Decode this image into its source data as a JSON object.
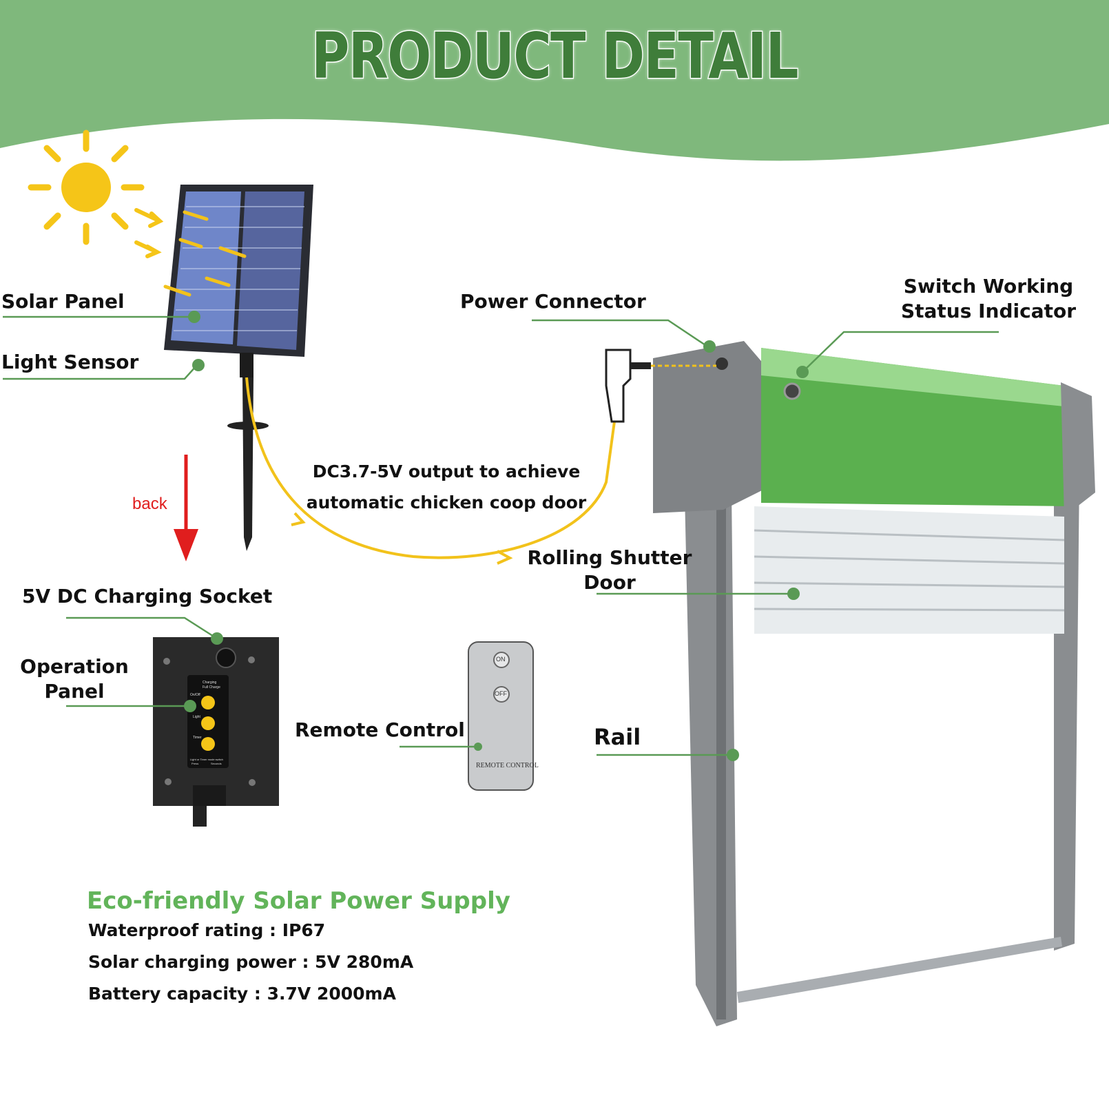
{
  "header": {
    "title": "PRODUCT DETAIL"
  },
  "labels": {
    "solar_panel": "Solar Panel",
    "light_sensor": "Light Sensor",
    "power_connector": "Power Connector",
    "switch_indicator_line1": "Switch Working",
    "switch_indicator_line2": "Status Indicator",
    "output_line1": "DC3.7-5V output to achieve",
    "output_line2": "automatic chicken coop door",
    "back": "back",
    "rolling_line1": "Rolling Shutter",
    "rolling_line2": "Door",
    "charging_socket": "5V DC Charging Socket",
    "operation_line1": "Operation",
    "operation_line2": "Panel",
    "remote_control": "Remote Control",
    "rail": "Rail"
  },
  "device_text": {
    "remote_on": "ON",
    "remote_off": "OFF",
    "remote_brand": "REMOTE CONTROL",
    "panel_onoff": "On/Off",
    "panel_charging": "Charging",
    "panel_full": "Full Charge",
    "panel_light": "Light",
    "panel_timer": "Timer",
    "panel_mode": "Light or Timer mode switch",
    "panel_press": "Press",
    "panel_seconds": "Seconds"
  },
  "specs": {
    "title": "Eco-friendly Solar Power Supply",
    "waterproof": "Waterproof rating : IP67",
    "solar_power": "Solar charging power : 5V 280mA",
    "battery": "Battery capacity : 3.7V 2000mA"
  },
  "colors": {
    "header_green": "#7fb87c",
    "title_green": "#3f7d3a",
    "leader_green": "#5a9a55",
    "accent_green": "#62b45a",
    "sun_yellow": "#f5c518",
    "wire_yellow": "#f2c21b",
    "arrow_red": "#e01e1e",
    "housing_green": "#5bb04f",
    "frame_gray": "#8a8d90"
  }
}
